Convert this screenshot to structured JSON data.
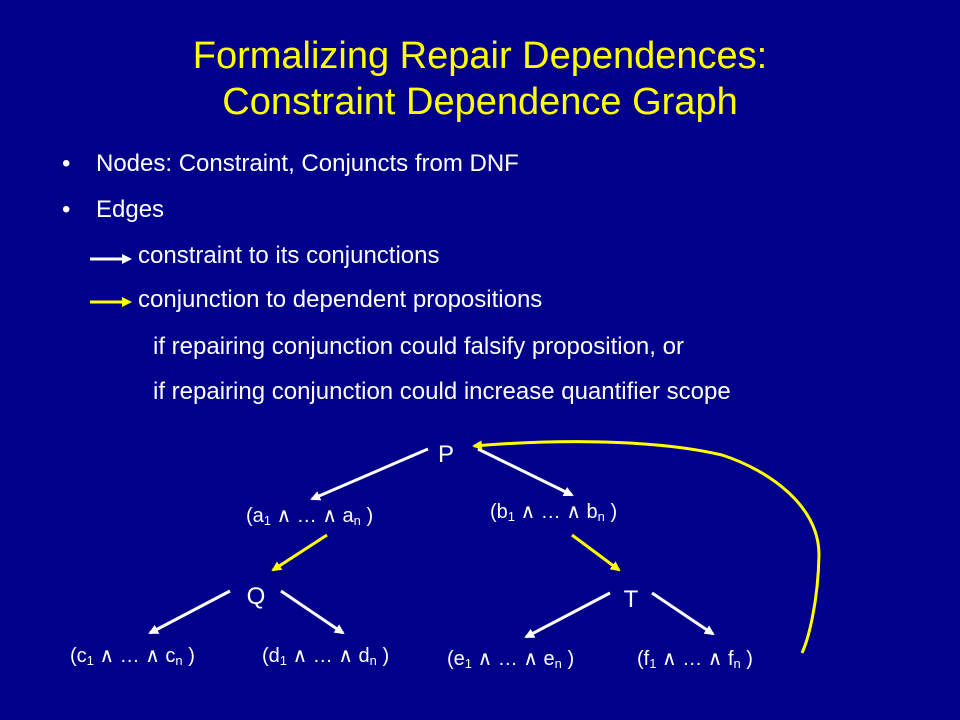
{
  "title": {
    "line1": "Formalizing Repair Dependences:",
    "line2": "Constraint Dependence Graph"
  },
  "bullets": [
    "Nodes: Constraint, Conjuncts from DNF",
    "Edges"
  ],
  "bullet_symbol": "•",
  "edge_legend": [
    {
      "text": "constraint to its conjunctions",
      "color": "#ffffff"
    },
    {
      "text": "conjunction to dependent propositions",
      "color": "#ffff00"
    }
  ],
  "conditions": [
    "if repairing conjunction could falsify proposition, or",
    "if repairing conjunction could increase quantifier scope"
  ],
  "graph": {
    "nodes": {
      "P": "P",
      "Q": "Q",
      "T": "T"
    },
    "conjunctions": {
      "a": {
        "open": "(a",
        "sub1": "1",
        "mid": " ∧ … ∧ a",
        "subn": "n",
        "close": " )"
      },
      "b": {
        "open": "(b",
        "sub1": "1",
        "mid": " ∧ … ∧ b",
        "subn": "n",
        "close": " )"
      },
      "c": {
        "open": "(c",
        "sub1": "1",
        "mid": " ∧ … ∧ c",
        "subn": "n",
        "close": " )"
      },
      "d": {
        "open": "(d",
        "sub1": "1",
        "mid": " ∧ … ∧ d",
        "subn": "n",
        "close": " )"
      },
      "e": {
        "open": "(e",
        "sub1": "1",
        "mid": " ∧ … ∧ e",
        "subn": "n",
        "close": " )"
      },
      "f": {
        "open": "(f",
        "sub1": "1",
        "mid": " ∧ … ∧ f",
        "subn": "n",
        "close": " )"
      }
    },
    "colors": {
      "constraint_edge": "#ffffff",
      "dependence_edge": "#ffff00"
    }
  }
}
